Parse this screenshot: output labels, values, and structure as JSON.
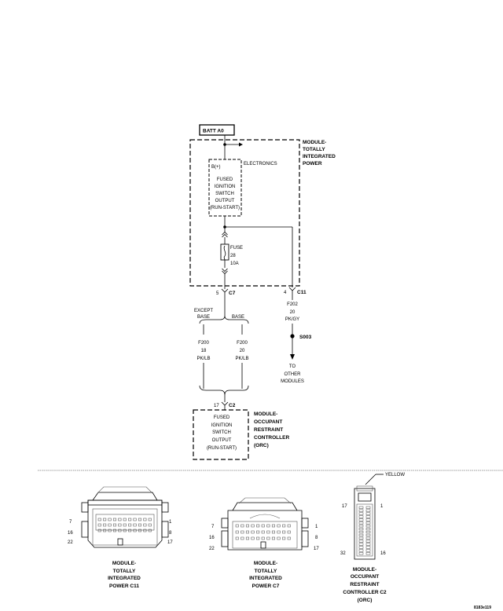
{
  "batt_box": "BATT A0",
  "tipm_title": [
    "MODULE-",
    "TOTALLY",
    "INTEGRATED",
    "POWER"
  ],
  "b_plus": "B(+)",
  "electronics": "ELECTRONICS",
  "fused_output_top": [
    "FUSED",
    "IGNITION",
    "SWITCH",
    "OUTPUT",
    "(RUN-START)"
  ],
  "fuse": [
    "FUSE",
    "28",
    "10A"
  ],
  "c7": {
    "pin": "5",
    "name": "C7"
  },
  "c11": {
    "pin": "4",
    "name": "C11"
  },
  "f202": [
    "F202",
    "20",
    "PK/GY"
  ],
  "splice": "S003",
  "to_other": [
    "TO",
    "OTHER",
    "MODULES"
  ],
  "except_base": [
    "EXCEPT",
    "BASE"
  ],
  "base": "BASE",
  "f200_left": [
    "F200",
    "18",
    "PK/LB"
  ],
  "f200_right": [
    "F200",
    "20",
    "PK/LB"
  ],
  "c2": {
    "pin": "17",
    "name": "C2"
  },
  "fused_output_bottom": [
    "FUSED",
    "IGNITION",
    "SWITCH",
    "OUTPUT",
    "(RUN-START)"
  ],
  "orc_title": [
    "MODULE-",
    "OCCUPANT",
    "RESTRAINT",
    "CONTROLLER",
    "(ORC)"
  ],
  "conn_c11": {
    "pins": [
      "7",
      "16",
      "22",
      "1",
      "8",
      "17"
    ],
    "caption": [
      "MODULE-",
      "TOTALLY",
      "INTEGRATED",
      "POWER C11"
    ]
  },
  "conn_c7": {
    "pins": [
      "7",
      "16",
      "22",
      "1",
      "8",
      "17"
    ],
    "caption": [
      "MODULE-",
      "TOTALLY",
      "INTEGRATED",
      "POWER C7"
    ]
  },
  "conn_c2": {
    "color": "YELLOW",
    "pins": [
      "17",
      "1",
      "32",
      "16"
    ],
    "caption": [
      "MODULE-",
      "OCCUPANT",
      "RESTRAINT",
      "CONTROLLER C2",
      "(ORC)"
    ]
  },
  "figure_id": "8183e119"
}
